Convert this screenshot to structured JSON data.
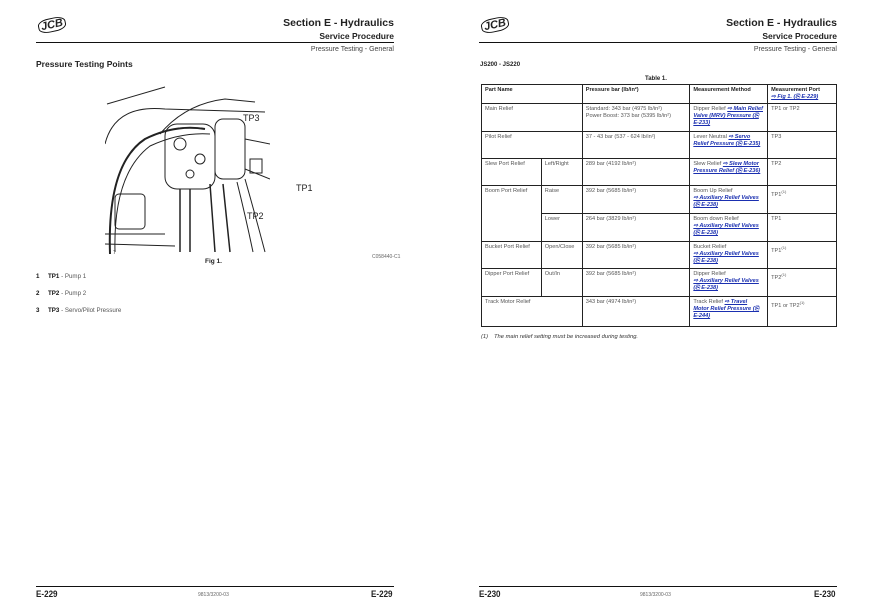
{
  "left": {
    "header": {
      "logo": "JCB",
      "section": "Section E - Hydraulics",
      "procedure": "Service Procedure",
      "subtitle": "Pressure Testing - General"
    },
    "title": "Pressure Testing Points",
    "figure": {
      "labels": [
        "TP3",
        "TP1",
        "TP2"
      ],
      "code": "C058440-C1",
      "caption": "Fig 1.",
      "corner": "7"
    },
    "legend": [
      {
        "num": "1",
        "tp": "TP1",
        "desc": " - Pump 1"
      },
      {
        "num": "2",
        "tp": "TP2",
        "desc": " - Pump 2"
      },
      {
        "num": "3",
        "tp": "TP3",
        "desc": " - Servo/Pilot Pressure"
      }
    ],
    "footer": {
      "page": "E-229",
      "doc": "9813/3200-03"
    }
  },
  "right": {
    "header": {
      "logo": "JCB",
      "section": "Section E - Hydraulics",
      "procedure": "Service Procedure",
      "subtitle": "Pressure Testing - General"
    },
    "models": "JS200 - JS220",
    "table": {
      "caption": "Table 1.",
      "headers": {
        "part": "Part Name",
        "pressure": "Pressure bar (lb/in²)",
        "method": "Measurement Method",
        "port": "Measurement Port",
        "port_link": "⇨ Fig 1. (⎘ E-229)"
      },
      "rows": [
        {
          "part": "Main Relief",
          "pressure": "Standard: 343 bar (4975 lb/in²)",
          "pressure2": "Power Boost: 373 bar (5395 lb/in²)",
          "method": "Dipper Relief ",
          "link": "⇨ Main Relief Valve (MRV) Pressure (⎘ E-233)",
          "port": "TP1 or TP2"
        },
        {
          "part": "Pilot Relief",
          "pressure": "37 - 43 bar   (537 - 624 lb/in²)",
          "method": "Lever Neutral ",
          "link": "⇨ Servo Relief Pressure (⎘ E-235)",
          "port": "TP3"
        },
        {
          "part": "Slew Port Relief",
          "sub": "Left/Right",
          "pressure": "289 bar (4192 lb/in²)",
          "method": "Slew Relief ",
          "link": "⇨ Slew Motor Pressure Relief (⎘ E-236)",
          "port": "TP2"
        },
        {
          "part": "Boom Port Relief",
          "sub": "Raise",
          "pressure": "392 bar (5685 lb/in²)",
          "method": "Boom Up Relief ",
          "link": "⇨ Auxiliary Relief Valves (⎘ E-238)",
          "port": "TP1",
          "note": "(1)"
        },
        {
          "sub": "Lower",
          "pressure": "264 bar (3829 lb/in²)",
          "method": "Boom down Relief ",
          "link": "⇨ Auxiliary Relief Valves (⎘ E-238)",
          "port": "TP1"
        },
        {
          "part": "Bucket Port Relief",
          "sub": "Open/Close",
          "pressure": "392 bar (5685 lb/in²)",
          "method": "Bucket Relief ",
          "link": "⇨ Auxiliary Relief Valves (⎘ E-238)",
          "port": "TP1",
          "note": "(1)"
        },
        {
          "part": "Dipper Port Relief",
          "sub": "Out/In",
          "pressure": "392 bar (5685 lb/in²)",
          "method": "Dipper Relief ",
          "link": "⇨ Auxiliary Relief Valves (⎘ E-238)",
          "port": "TP2",
          "note": "(1)"
        },
        {
          "part": "Track Motor Relief",
          "pressure": "343 bar (4974 lb/in²)",
          "method": "Track Relief ",
          "link": "⇨ Travel Motor Relief Pressure (⎘ E-244)",
          "port": "TP1 or TP2",
          "note": "(1)"
        }
      ]
    },
    "footnote": {
      "num": "(1)",
      "text": "The main relief setting must be increased during testing."
    },
    "footer": {
      "page": "E-230",
      "doc": "9813/3200-03"
    }
  }
}
